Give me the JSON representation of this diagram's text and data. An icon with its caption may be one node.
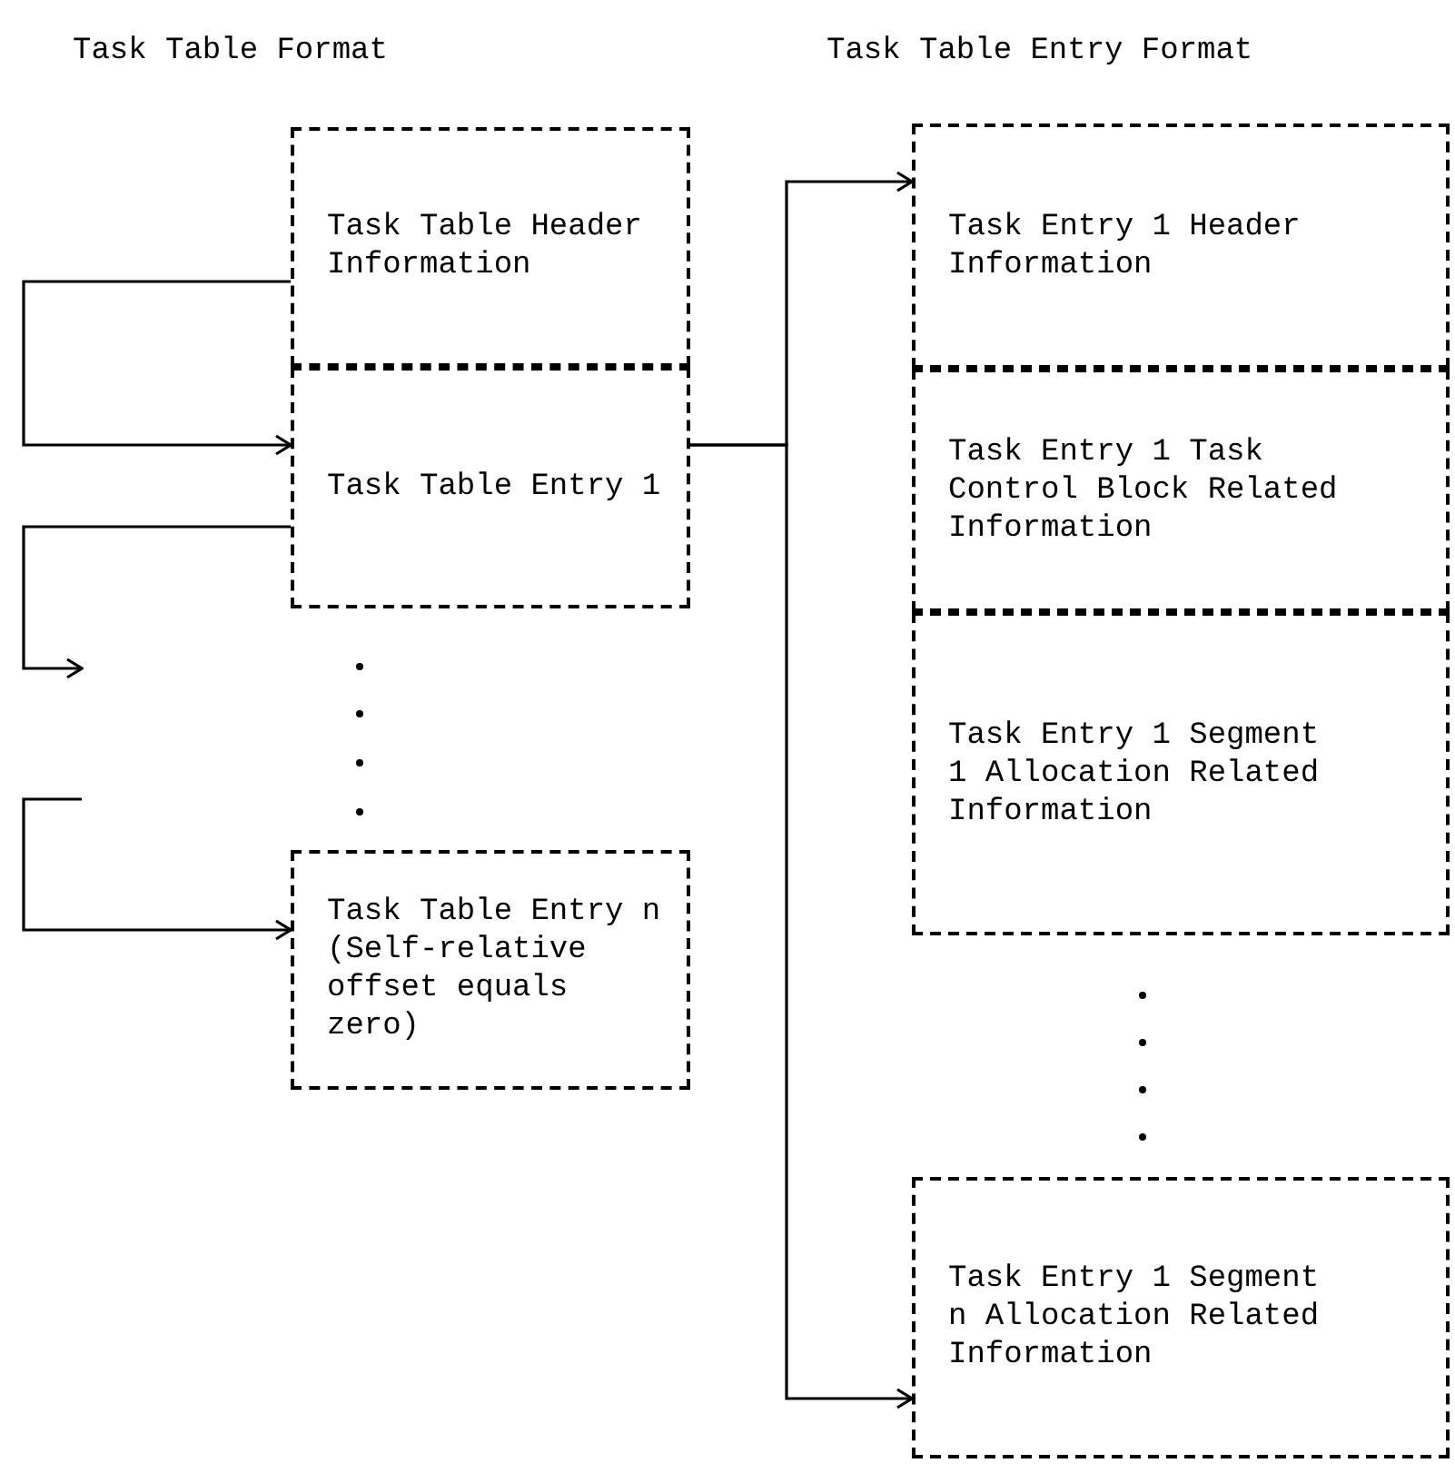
{
  "diagram": {
    "nodes": [
      {
        "text": [
          "Task Table Header Information"
        ]
      },
      {
        "text": [
          "Task Table Entry 1"
        ]
      },
      {
        "text": [
          "Task Table Entry n (Self-relative offset equals zero)"
        ]
      },
      {
        "text": [
          "Task Entry 1 Header Information"
        ]
      },
      {
        "text": [
          "Task Entry 1 Task Control Block Related Information"
        ]
      },
      {
        "text": [
          "Task Entry 1 Segment 1 Allocation Related Information"
        ]
      },
      {
        "text": [
          "Task Entry 1 Segment n Allocation Related Information"
        ]
      }
    ],
    "edges": [
      {
        "from": 0,
        "to": 1,
        "arrow": "to"
      },
      {
        "from": 1,
        "to": null,
        "arrow": "to"
      },
      {
        "from": null,
        "to": 2,
        "arrow": "to"
      },
      {
        "from": 1,
        "to": 3,
        "arrow": "to"
      },
      {
        "from": 1,
        "to": 6,
        "arrow": "to"
      }
    ],
    "labels": [
      "Task Table Format",
      "Task Table Entry Format"
    ]
  }
}
